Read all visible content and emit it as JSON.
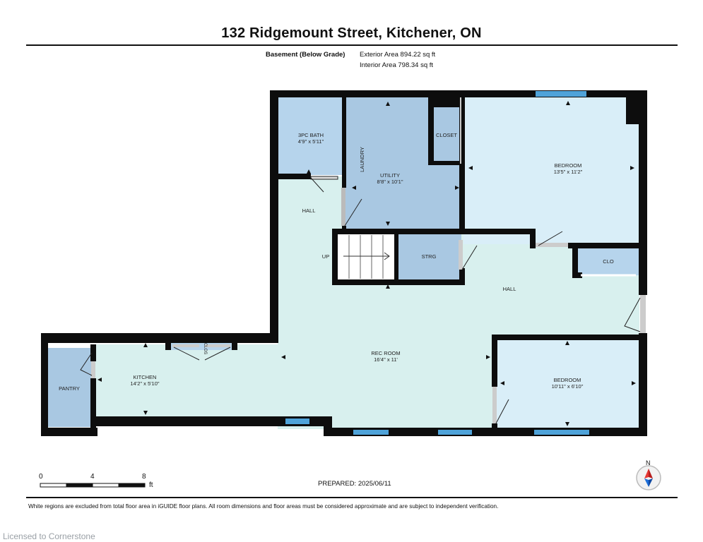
{
  "header": {
    "title": "132 Ridgemount Street, Kitchener, ON",
    "level_label": "Basement (Below Grade)",
    "exterior_area": "Exterior Area 894.22 sq ft",
    "interior_area": "Interior Area 798.34 sq ft"
  },
  "rooms": {
    "bath": {
      "name": "3PC BATH",
      "dims": "4'9\" x 5'11\""
    },
    "laundry": {
      "name": "LAUNDRY"
    },
    "utility": {
      "name": "UTILITY",
      "dims": "8'8\" x 10'1\""
    },
    "closet": {
      "name": "CLOSET"
    },
    "bedroom_top": {
      "name": "BEDROOM",
      "dims": "13'5\" x 11'2\""
    },
    "hall_left": {
      "name": "HALL"
    },
    "up": {
      "name": "UP"
    },
    "strg": {
      "name": "STRG"
    },
    "clo_right": {
      "name": "CLO"
    },
    "hall_right": {
      "name": "HALL"
    },
    "clos_kitchen": {
      "name": "CLOS"
    },
    "kitchen": {
      "name": "KITCHEN",
      "dims": "14'2\" x 5'10\""
    },
    "pantry": {
      "name": "PANTRY"
    },
    "rec_room": {
      "name": "REC ROOM",
      "dims": "16'4\" x 11'"
    },
    "bedroom_bottom": {
      "name": "BEDROOM",
      "dims": "10'11\" x 6'10\""
    }
  },
  "scale": {
    "ticks": [
      "0",
      "4",
      "8"
    ],
    "unit": "ft"
  },
  "compass": {
    "label": "N"
  },
  "footer": {
    "prepared": "PREPARED: 2025/06/11",
    "disclaimer": "White regions are excluded from total floor area in iGUIDE floor plans. All room dimensions and floor areas must be considered approximate and are subject to independent verification.",
    "watermark": "Licensed to Cornerstone"
  },
  "colors": {
    "wall": "#0d0d0d",
    "room_blue": "#b6d4ec",
    "room_light_blue": "#d9eef8",
    "hall_mint": "#d8f0ee",
    "utility_blue": "#a9c8e2",
    "window": "#4fa3d9",
    "compass_red": "#e53935",
    "compass_blue": "#1e6fd9"
  }
}
